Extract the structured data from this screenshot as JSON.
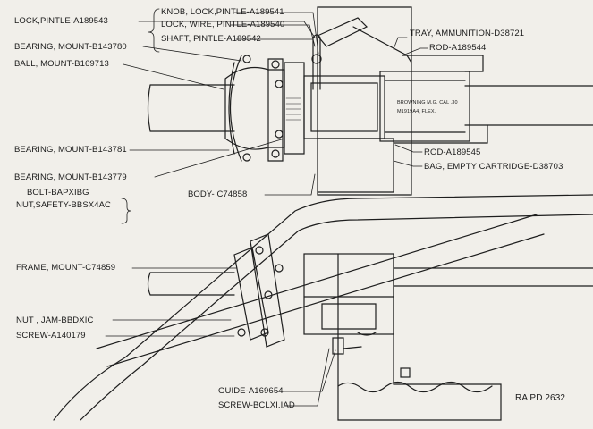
{
  "labels": {
    "lock_pintle": "LOCK,PINTLE-A189543",
    "knob_lock_pintle": "KNOB, LOCK,PINTLE-A189541",
    "lock_wire_pintle": "LOCK, WIRE, PINTLE-A189540",
    "shaft_pintle": "SHAFT, PINTLE-A189542",
    "tray_ammunition": "TRAY, AMMUNITION-D38721",
    "rod_a189544": "ROD-A189544",
    "bearing_mount_b143780": "BEARING, MOUNT-B143780",
    "ball_mount": "BALL, MOUNT-B169713",
    "bearing_mount_b143781": "BEARING, MOUNT-B143781",
    "rod_a189545": "ROD-A189545",
    "bag_empty_cartridge": "BAG, EMPTY CARTRIDGE-D38703",
    "bearing_mount_b143779": "BEARING, MOUNT-B143779",
    "bolt": "BOLT-BAPXIBG",
    "nut_safety": "NUT,SAFETY-BBSX4AC",
    "body": "BODY- C74858",
    "frame_mount": "FRAME, MOUNT-C74859",
    "nut_jam": "NUT , JAM-BBDXIC",
    "screw_a140179": "SCREW-A140179",
    "guide": "GUIDE-A169654",
    "screw_bclx": "SCREW-BCLXI.IAD",
    "gun_marking_line1": "BROWNING M.G. CAL .30",
    "gun_marking_line2": "M1919A4, FLEX.",
    "figure_ref": "RA PD  2632"
  }
}
